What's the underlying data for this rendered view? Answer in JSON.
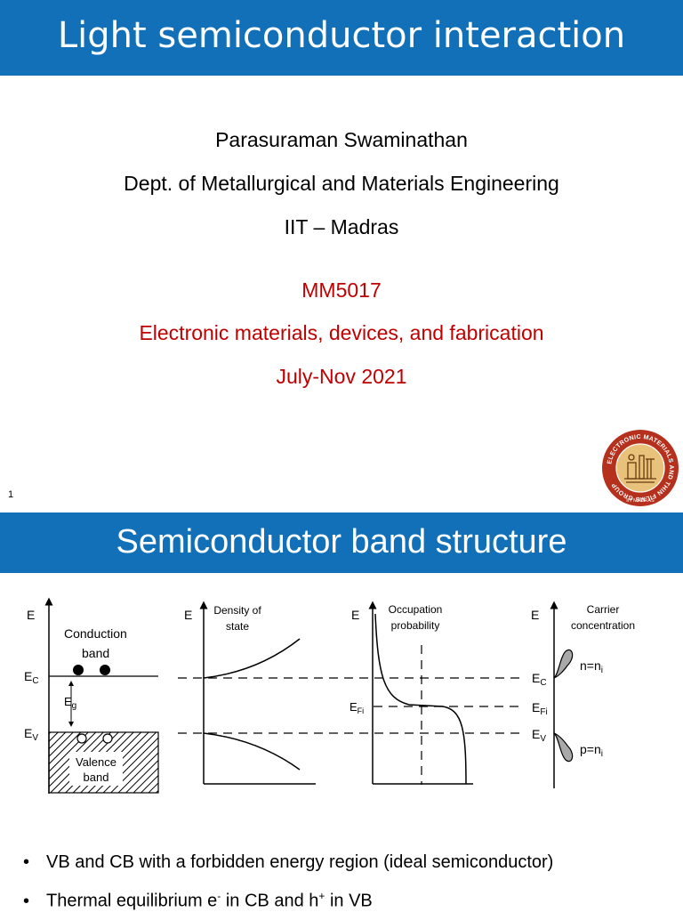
{
  "slide1": {
    "title": "Light semiconductor interaction",
    "author": "Parasuraman Swaminathan",
    "department": "Dept. of Metallurgical and Materials Engineering",
    "institute": "IIT – Madras",
    "course_code": "MM5017",
    "course_name": "Electronic materials, devices, and fabrication",
    "term": "July-Nov 2021",
    "page_number": "1",
    "logo_ring_text": "ELECTRONIC MATERIALS AND THIN FILMS GROUP",
    "logo_bottom_text": "IIT MADRAS"
  },
  "slide2": {
    "title": "Semiconductor band structure",
    "diagram": {
      "axis_E": "E",
      "conduction_label_1": "Conduction",
      "conduction_label_2": "band",
      "valence_label_1": "Valence",
      "valence_label_2": "band",
      "ec": "E",
      "ec_sub": "C",
      "ev": "E",
      "ev_sub": "V",
      "eg": "E",
      "eg_sub": "g",
      "dos_label_1": "Density of",
      "dos_label_2": "state",
      "occ_label_1": "Occupation",
      "occ_label_2": "probability",
      "efi": "E",
      "efi_sub": "Fi",
      "carrier_label_1": "Carrier",
      "carrier_label_2": "concentration",
      "n_label": "n=n",
      "n_sub": "i",
      "p_label": "p=n",
      "p_sub": "i"
    },
    "bullets": [
      {
        "dot": "•",
        "text": "VB and CB with a forbidden energy region (ideal semiconductor)"
      },
      {
        "dot": "•",
        "text_a": "Thermal equilibrium e",
        "sup_a": "-",
        "text_b": " in CB and h",
        "sup_b": "+",
        "text_c": " in VB"
      }
    ]
  },
  "colors": {
    "banner": "#1170b8",
    "course_text": "#c00000",
    "logo_ring": "#b5311e",
    "logo_inner": "#e8c27a",
    "carrier_fill": "#a9a9a9"
  }
}
